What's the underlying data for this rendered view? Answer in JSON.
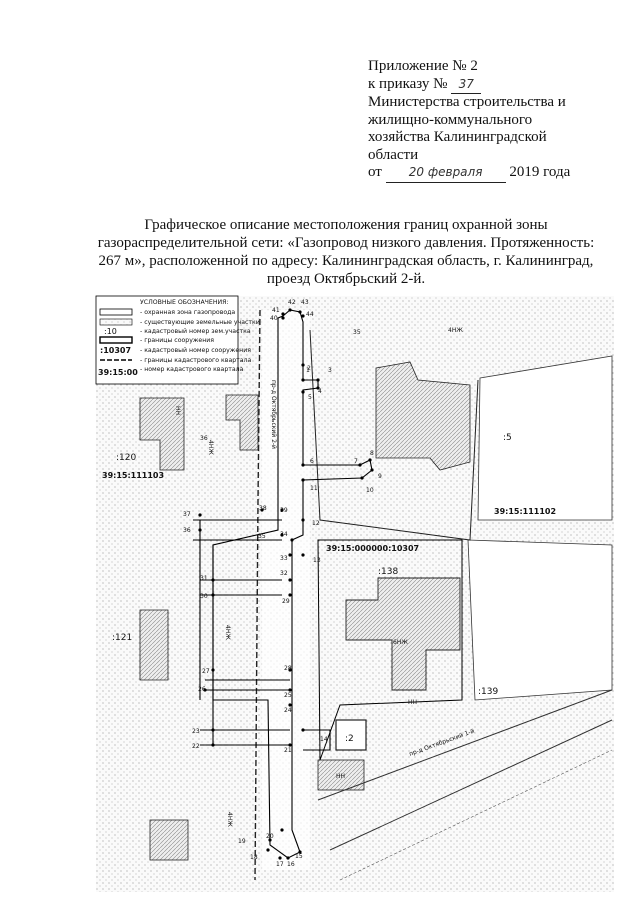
{
  "appendix": {
    "line1": "Приложение № 2",
    "order_prefix": "к приказу №",
    "order_number": "37",
    "ministry_lines": [
      "Министерства строительства и",
      "жилищно-коммунального",
      "хозяйства Калининградской",
      "области"
    ],
    "date_prefix": "от",
    "date_handwritten": "20 февраля",
    "date_suffix": "2019 года"
  },
  "title_lines": [
    "Графическое описание местоположения границ охранной зоны",
    "газораспределительной сети: «Газопровод низкого давления. Протяженность:",
    "267 м», расположенной по адресу: Калининградская область, г. Калининград,",
    "проезд Октябрьский 2-й."
  ],
  "legend": {
    "title": "УСЛОВНЫЕ ОБОЗНАЧЕНИЯ:",
    "items": [
      {
        "symbol": "",
        "label": "- охранная зона газопровода"
      },
      {
        "symbol": "",
        "label": "- существующие земельные участки"
      },
      {
        "symbol": ":10",
        "label": "- кадастровый номер зем.участка"
      },
      {
        "symbol": "",
        "label": "- границы сооружения"
      },
      {
        "symbol": ":10307",
        "label": "- кадастровый номер сооружения"
      },
      {
        "symbol": "",
        "label": "- границы кадастрового квартала"
      },
      {
        "symbol": "39:15:00",
        "label": "- номер кадастрового квартала"
      }
    ]
  },
  "map_labels": {
    "quarter_1103": "39:15:111103",
    "quarter_1102": "39:15:111102",
    "structure_number": "39:15:000000:10307",
    "parcel_120": ":120",
    "parcel_121": ":121",
    "parcel_5": ":5",
    "parcel_138": ":138",
    "parcel_139": ":139",
    "parcel_2": ":2",
    "street_vertical": "пр-д Октябрьский 2-й",
    "street_diagonal": "пр-д Октябрьский 1-й",
    "bldg_4nzh_a": "4НЖ",
    "bldg_4nzh_b": "4НЖ",
    "bldg_4nzh_c": "4НЖ",
    "bldg_4nzh_d": "4НЖ",
    "bldg_6nzh": "6НЖ",
    "bldg_nn_a": "НН",
    "bldg_nn_b": "НН",
    "bldg_nn_c": "НН",
    "bldg_small_35": "35",
    "bldg_small_36": "36"
  },
  "point_numbers": [
    "1",
    "2",
    "3",
    "4",
    "5",
    "6",
    "7",
    "8",
    "9",
    "10",
    "11",
    "12",
    "13",
    "14",
    "15",
    "16",
    "17",
    "18",
    "19",
    "20",
    "21",
    "22",
    "23",
    "24",
    "25",
    "26",
    "27",
    "28",
    "29",
    "30",
    "31",
    "32",
    "33",
    "34",
    "35",
    "36",
    "37",
    "38",
    "39",
    "40",
    "41",
    "42",
    "43",
    "44"
  ]
}
